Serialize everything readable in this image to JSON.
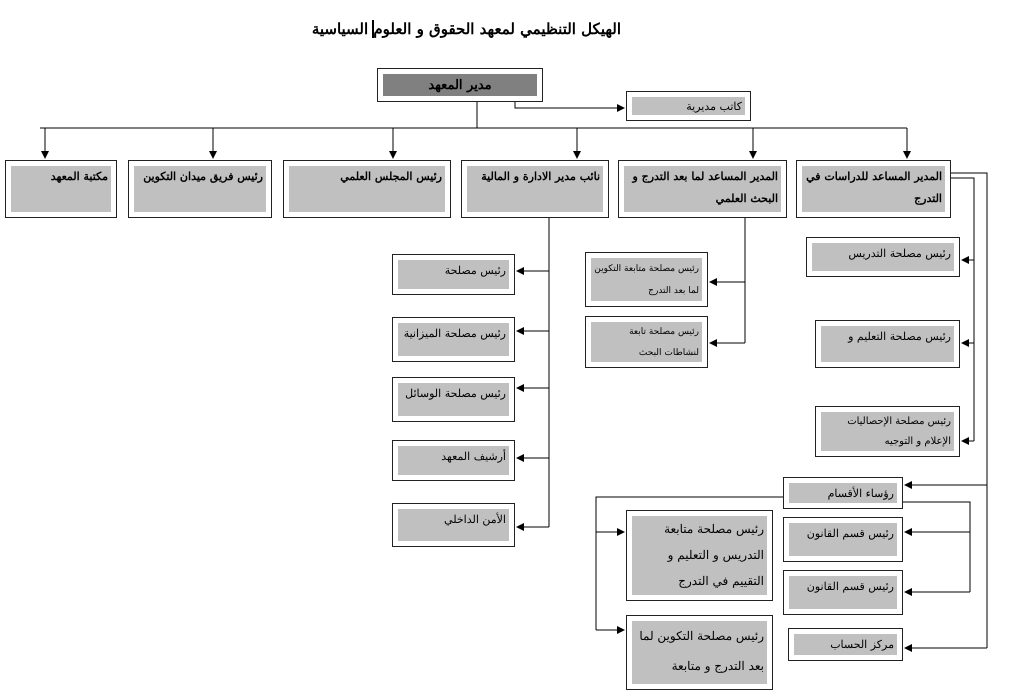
{
  "title": "الهيكل التنظيمي لمعهد الحقوق و العلوم السياسية",
  "director": "مدير المعهد",
  "secretary": "كاتب مديرية",
  "top_row": [
    "مكتبة المعهد",
    "رئيس فريق ميدان التكوين",
    "رئيس المجلس العلمي",
    "نائب مدير الادارة و المالية",
    "المدير المساعد لما بعد التدرج و البحث العلمي",
    "المدير المساعد للدراسات في التدرج"
  ],
  "admin_units": [
    "رئيس مصلحة",
    "رئيس مصلحة الميزانية",
    "رئيس مصلحة الوسائل",
    "أرشيف المعهد",
    "الأمن الداخلي"
  ],
  "postgrad_units": [
    "رئيس مصلحة متابعة التكوين لما بعد التدرج",
    "رئيس مصلحة تابعة لنشاطات البحث"
  ],
  "studies_units": [
    "رئيس مصلحة التدريس",
    "رئيس مصلحة التعليم و",
    "رئيس مصلحة الإحصاليات الإعلام و التوجيه"
  ],
  "department_heads": "رؤساء الأقسام",
  "departments": [
    "رئيس قسم القانون",
    "رئيس قسم القانون"
  ],
  "dept_services": [
    "رئيس مصلحة متابعة التدريس و التعليم و التقييم في التدرج",
    "رئيس مصلحة التكوين لما بعد التدرج و متابعة"
  ],
  "computing_center": "مركز الحساب"
}
